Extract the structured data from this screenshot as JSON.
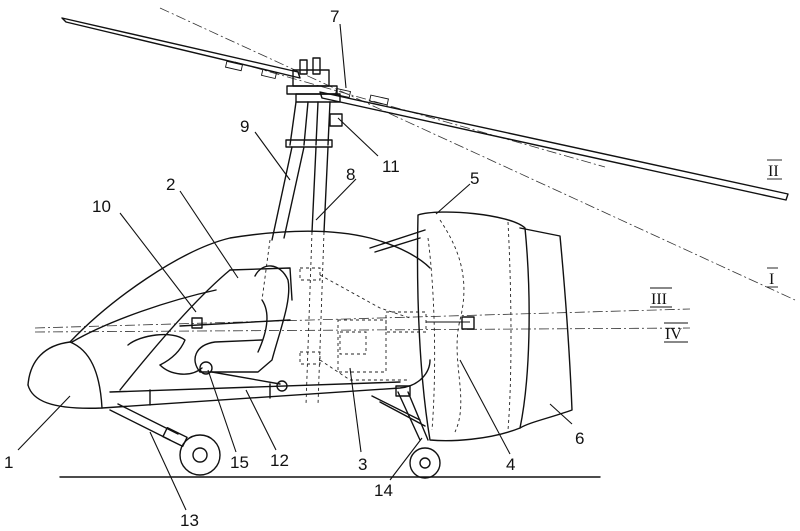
{
  "parts": [
    {
      "id": "1",
      "text": "1"
    },
    {
      "id": "2",
      "text": "2"
    },
    {
      "id": "3",
      "text": "3"
    },
    {
      "id": "4",
      "text": "4"
    },
    {
      "id": "5",
      "text": "5"
    },
    {
      "id": "6",
      "text": "6"
    },
    {
      "id": "7",
      "text": "7"
    },
    {
      "id": "8",
      "text": "8"
    },
    {
      "id": "9",
      "text": "9"
    },
    {
      "id": "10",
      "text": "10"
    },
    {
      "id": "11",
      "text": "11"
    },
    {
      "id": "12",
      "text": "12"
    },
    {
      "id": "13",
      "text": "13"
    },
    {
      "id": "14",
      "text": "14"
    },
    {
      "id": "15",
      "text": "15"
    }
  ],
  "axes": [
    {
      "id": "I",
      "text": "I"
    },
    {
      "id": "II",
      "text": "II"
    },
    {
      "id": "III",
      "text": "III"
    },
    {
      "id": "IV",
      "text": "IV"
    }
  ]
}
